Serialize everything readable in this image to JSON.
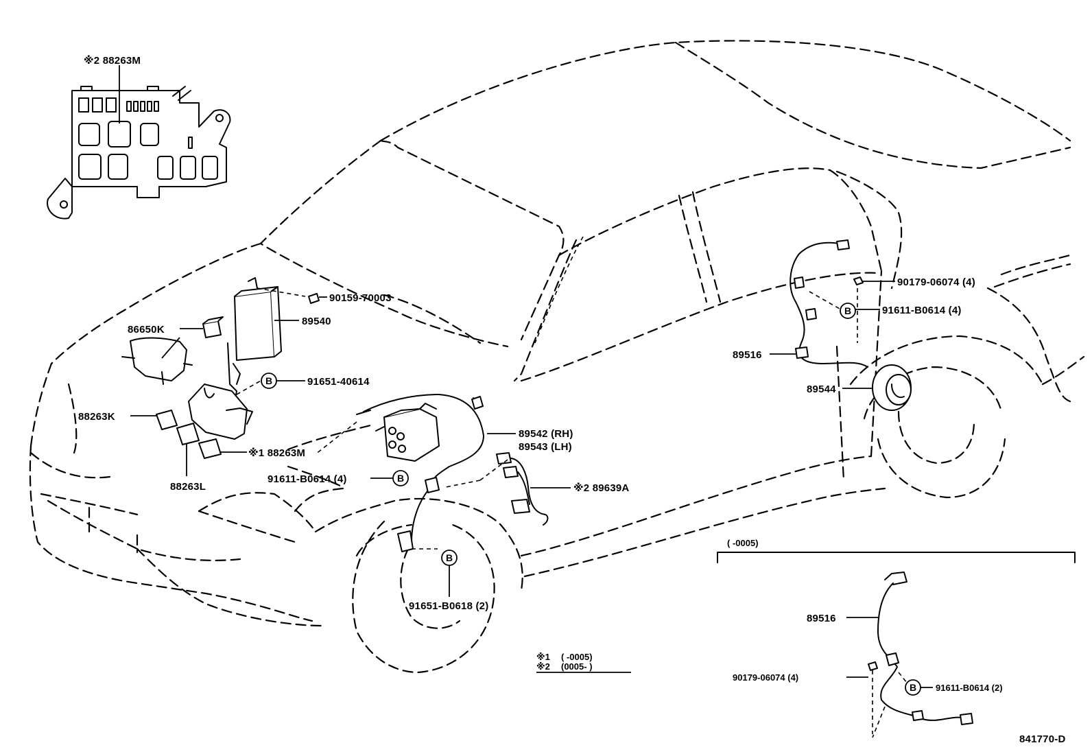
{
  "labels": {
    "relay_box_top": "※2 88263M",
    "bolt_90159": "90159-70003",
    "ecu_89540": "89540",
    "relay_86650K": "86650K",
    "bolt_91651_40614": "91651-40614",
    "relay_88263K": "88263K",
    "relay_88263M_1": "※1 88263M",
    "relay_88263L": "88263L",
    "bolt_91611_front": "91611-B0614 (4)",
    "actuator_rh": "89542 (RH)",
    "actuator_lh": "89543 (LH)",
    "wire_89639A": "※2 89639A",
    "bolt_91651_B0618": "91651-B0618 (2)",
    "nut_90179_rear": "90179-06074 (4)",
    "bolt_91611_rear": "91611-B0614 (4)",
    "sensor_89516_rear": "89516",
    "rotor_89544": "89544",
    "inset_range": "(      -0005)",
    "sensor_89516_inset": "89516",
    "nut_90179_inset": "90179-06074 (4)",
    "bolt_91611_inset": "91611-B0614 (2)",
    "note_1_mark": "※1",
    "note_1_text": "(      -0005)",
    "note_2_mark": "※2",
    "note_2_text": "(0005-      )",
    "diagram_id": "841770-D",
    "b_marker": "B"
  }
}
